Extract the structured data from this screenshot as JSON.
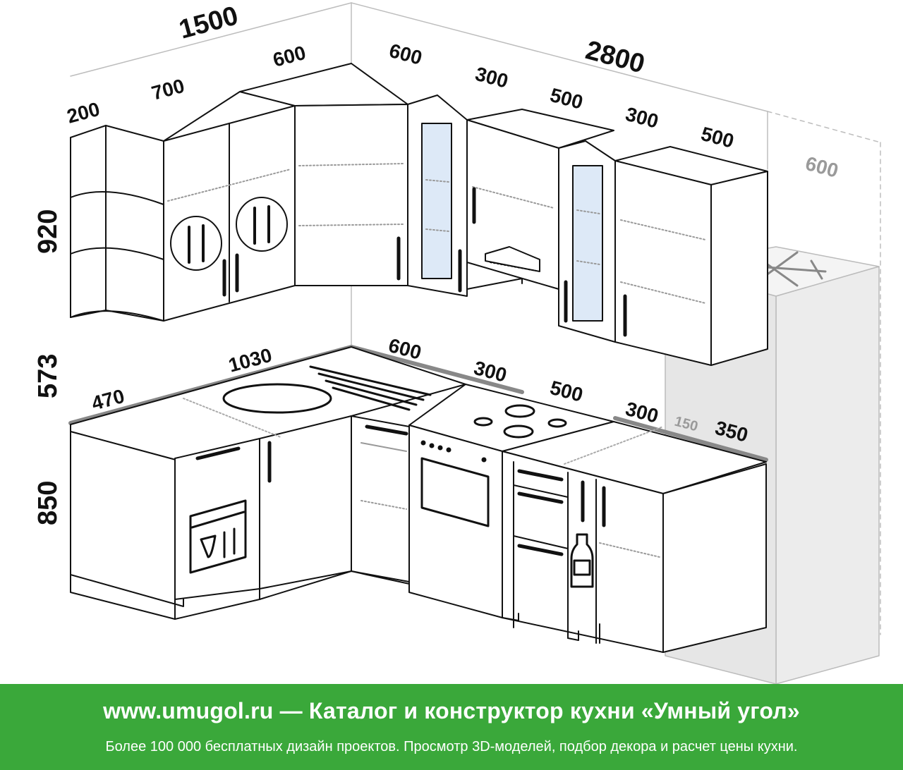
{
  "dimensions": {
    "top_total_left": "1500",
    "top_total_right": "2800",
    "upper_left_200": "200",
    "upper_left_700": "700",
    "upper_left_600": "600",
    "upper_right_600": "600",
    "upper_right_300a": "300",
    "upper_right_500a": "500",
    "upper_right_300b": "300",
    "upper_right_500b": "500",
    "fridge_depth": "600",
    "height_upper": "920",
    "height_gap": "573",
    "height_base": "850",
    "counter_470": "470",
    "counter_1030": "1030",
    "counter_600": "600",
    "counter_300a": "300",
    "counter_500": "500",
    "counter_300b": "300",
    "counter_150": "150",
    "counter_350": "350"
  },
  "icons": {
    "cutlery_1": "cutlery-icon",
    "cutlery_2": "cutlery-icon",
    "dishwasher": "dishwasher-icon",
    "bottle": "bottle-icon",
    "fridge_snowflake": "snowflake-icon",
    "hood": "hood-icon"
  },
  "colors": {
    "line": "#111111",
    "countertop": "#888888",
    "fridge": "#eeeeee",
    "glass": "#dde9f7",
    "footer_bg": "#3aa83a",
    "footer_text": "#ffffff"
  },
  "footer": {
    "line1": "www.umugol.ru — Каталог и конструктор кухни «Умный угол»",
    "line2": "Более 100 000 бесплатных дизайн проектов. Просмотр 3D-моделей, подбор декора и расчет цены кухни."
  }
}
